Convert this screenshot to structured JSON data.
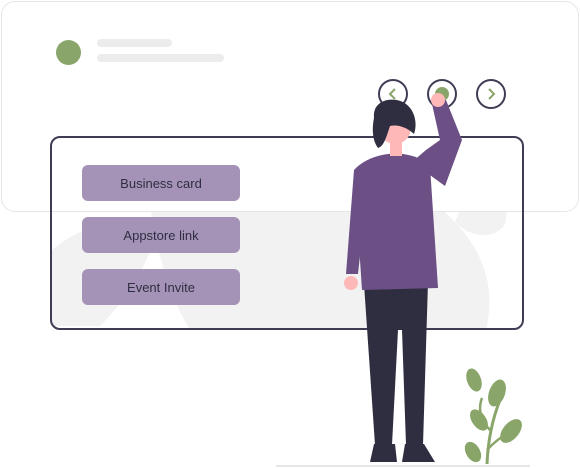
{
  "options": [
    {
      "label": "Business card"
    },
    {
      "label": "Appstore link"
    },
    {
      "label": "Event Invite"
    }
  ],
  "nav": {
    "prev_icon": "chevron-left-icon",
    "current_icon": "dot-indicator-icon",
    "next_icon": "chevron-right-icon"
  },
  "colors": {
    "accent_green": "#8aa56a",
    "option_purple": "#a593b7",
    "shirt_purple": "#6b4f85",
    "dark": "#2f2e41",
    "outline": "#3f3d56"
  }
}
